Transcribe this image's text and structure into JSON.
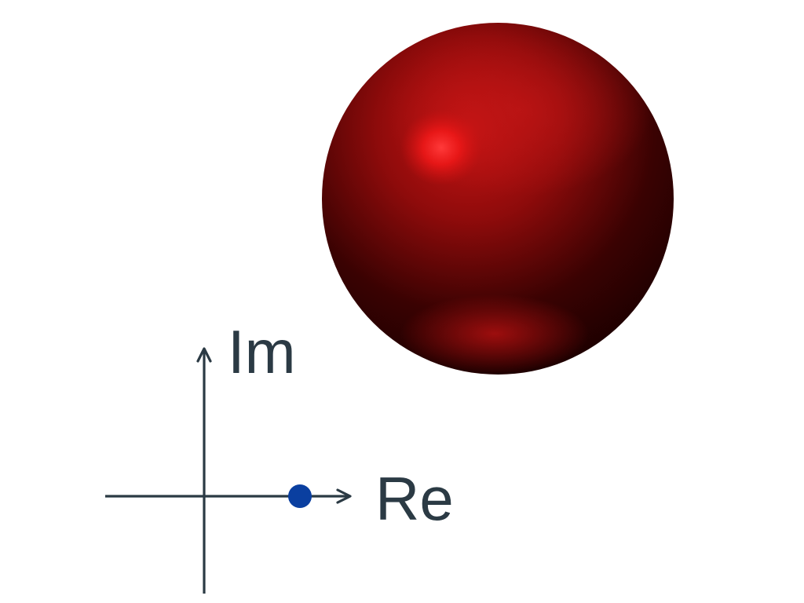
{
  "diagram": {
    "axes": {
      "imaginary_label": "Im",
      "real_label": "Re",
      "axis_color": "#2b3a44"
    },
    "point": {
      "color": "#0a3fa0",
      "on_axis": "real"
    },
    "sphere": {
      "base_color": "#b01010",
      "highlight_color": "#ff2a2a",
      "shadow_color": "#1a0000"
    }
  }
}
